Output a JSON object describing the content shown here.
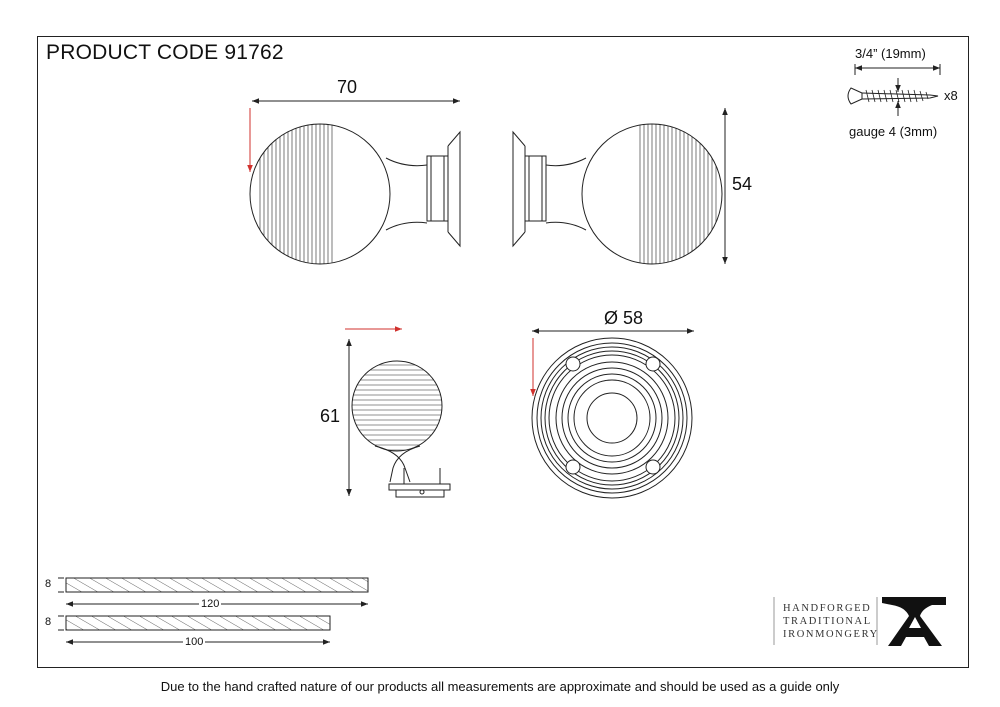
{
  "header": {
    "product_code": "PRODUCT CODE 91762"
  },
  "dimensions": {
    "knob_width": "70",
    "rose_height": "54",
    "knob_projection": "61",
    "rose_diameter": "Ø 58"
  },
  "screw": {
    "length": "3/4” (19mm)",
    "quantity": "x8",
    "gauge": "gauge 4 (3mm)"
  },
  "spindles": [
    {
      "thickness": "8",
      "length": "120"
    },
    {
      "thickness": "8",
      "length": "100"
    }
  ],
  "logo": {
    "lines": [
      "HANDFORGED",
      "TRADITIONAL",
      "IRONMONGERY"
    ],
    "icon": "anvil-a-icon"
  },
  "footer": {
    "disclaimer": "Due to the hand crafted nature of our products all measurements are approximate and should be used as a guide only"
  },
  "colors": {
    "line": "#222222",
    "accent": "#d0312d",
    "frame": "#222222"
  }
}
